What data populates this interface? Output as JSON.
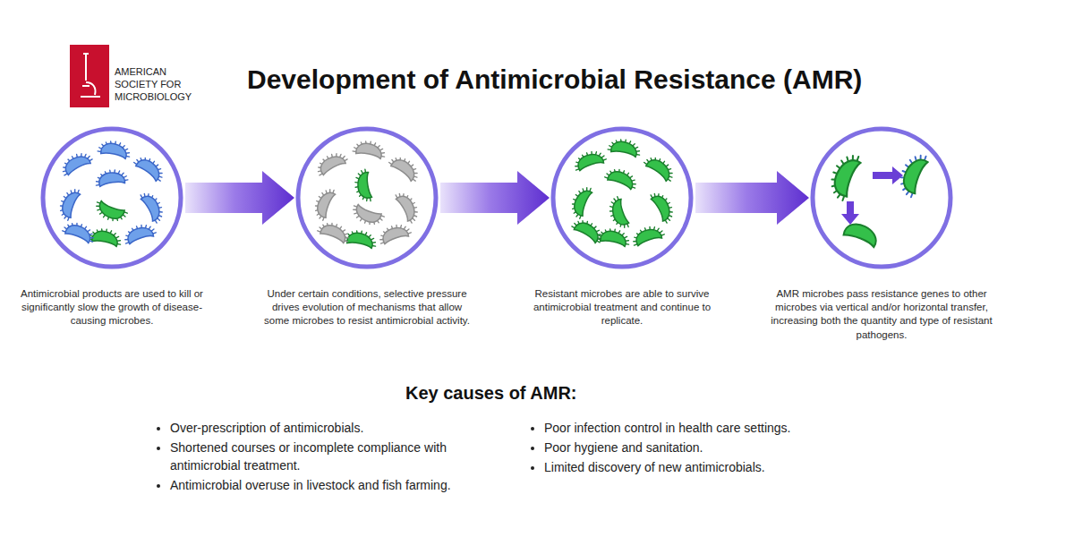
{
  "diagram": {
    "title": "Development of Antimicrobial Resistance (AMR)",
    "nodes": [
      {
        "text": [
          "Antimicrobial products are used to kill or significantly slow the growth of disease-causing microbes."
        ]
      },
      {
        "text": [
          "Under certain conditions, selective pressure drives evolution of mechanisms that allow some microbes to resist antimicrobial activity."
        ]
      },
      {
        "text": [
          "Resistant microbes are able to survive antimicrobial treatment and continue to replicate."
        ]
      },
      {
        "text": [
          "AMR microbes pass resistance genes to other microbes via vertical and/or horizontal transfer, increasing both the quantity and type of resistant pathogens."
        ]
      }
    ],
    "edges": [
      {
        "from": 0,
        "to": 1,
        "arrow": "to"
      },
      {
        "from": 1,
        "to": 2,
        "arrow": "to"
      },
      {
        "from": 2,
        "to": 3,
        "arrow": "to"
      }
    ],
    "labels": [
      "AMERICAN SOCIETY FOR MICROBIOLOGY",
      "Key causes of AMR:",
      "Over-prescription of antimicrobials.",
      "Shortened courses or incomplete compliance with antimicrobial treatment.",
      "Antimicrobial overuse in livestock and fish farming.",
      "Poor infection control in health care settings.",
      "Poor hygiene and sanitation.",
      "Limited discovery of new antimicrobials."
    ]
  }
}
